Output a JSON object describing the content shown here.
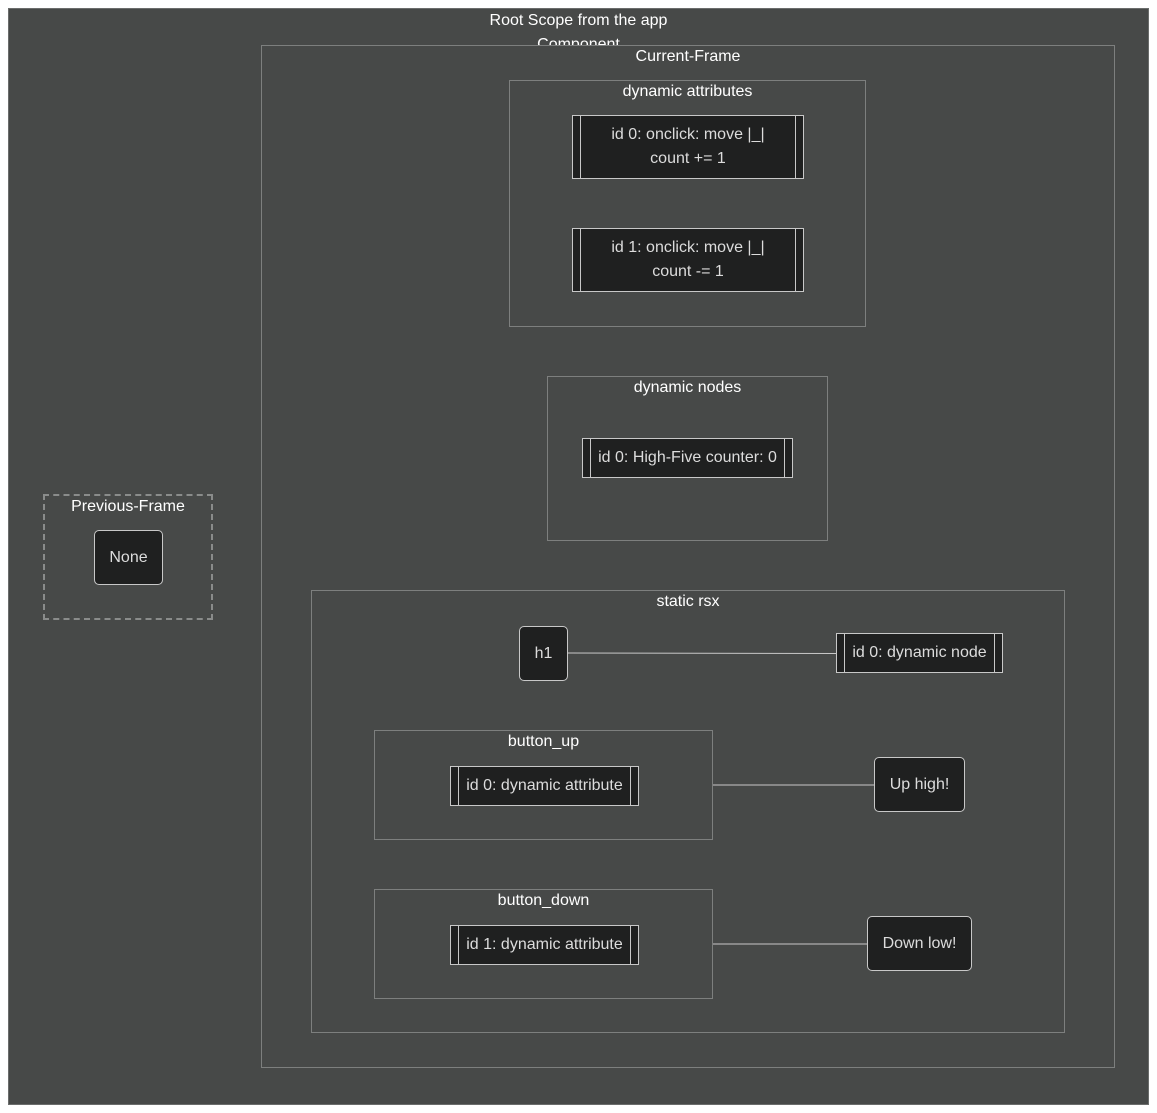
{
  "root": {
    "title_line1": "Root Scope from the app",
    "title_line2": "Component"
  },
  "previous_frame": {
    "title": "Previous-Frame",
    "node": "None"
  },
  "current_frame": {
    "title": "Current-Frame",
    "dynamic_attributes": {
      "title": "dynamic attributes",
      "items": [
        {
          "line1": "id 0: onclick: move |_|",
          "line2": "count += 1"
        },
        {
          "line1": "id 1: onclick: move |_|",
          "line2": "count -= 1"
        }
      ]
    },
    "dynamic_nodes": {
      "title": "dynamic nodes",
      "items": [
        "id 0: High-Five counter: 0"
      ]
    },
    "static_rsx": {
      "title": "static rsx",
      "h1": "h1",
      "dynamic_node": "id 0: dynamic node",
      "button_up": {
        "title": "button_up",
        "attr": "id 0: dynamic attribute",
        "text": "Up high!"
      },
      "button_down": {
        "title": "button_down",
        "attr": "id 1: dynamic attribute",
        "text": "Down low!"
      }
    }
  },
  "colors": {
    "background": "#474948",
    "node_fill": "#1f2020",
    "stroke": "#c8c8c8",
    "text": "#dcdcdc"
  }
}
